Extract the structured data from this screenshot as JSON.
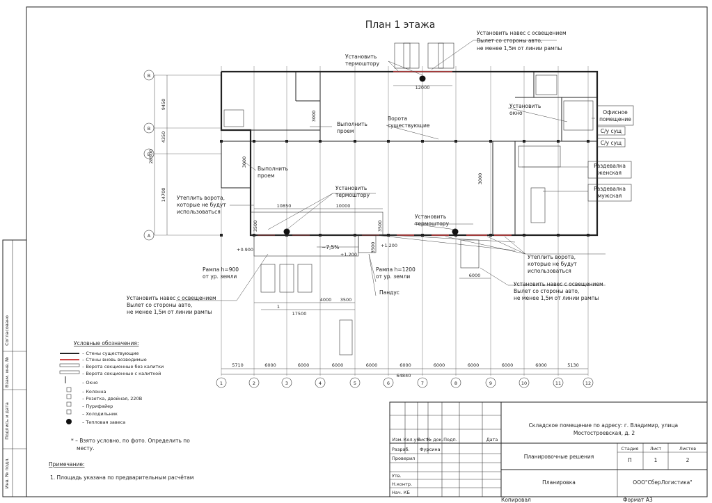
{
  "title": "План 1 этажа",
  "grid_rows": [
    "В",
    "В",
    "Б",
    "А"
  ],
  "grid_cols": [
    "1",
    "2",
    "3",
    "4",
    "5",
    "6",
    "7",
    "8",
    "9",
    "10",
    "11",
    "12"
  ],
  "dims_bottom": [
    "5710",
    "6000",
    "6000",
    "6000",
    "6000",
    "6000",
    "6000",
    "6000",
    "6000",
    "6000",
    "5130"
  ],
  "dim_total": "64840",
  "dims_left": [
    "9450",
    "4350",
    "14700"
  ],
  "dim_left_total": "28500",
  "dims_mid": [
    "10850",
    "10000"
  ],
  "dims_lower": [
    "1",
    "17500",
    "4000",
    "3500"
  ],
  "dims_misc": [
    "12000",
    "6000",
    "3000",
    "3000",
    "3000",
    "3500",
    "3500",
    "3500",
    "10000"
  ],
  "levels": [
    "+0.900",
    "+1.200",
    "+1.200"
  ],
  "slope": "~7,5%",
  "notes": {
    "canopy_top": "Установить навес с освещением\nВылет со стороны авто,\nне менее 1,5м от линии рампы",
    "thermal_top": "Установить\nтермоштору",
    "thermal_mid": "Установить\nтермоштору",
    "thermal_right": "Установить\nтермоштору",
    "gate_existing": "Ворота\nсуществующие",
    "opening1": "Выполнить\nпроем",
    "opening2": "Выполнить\nпроем",
    "insulate_left": "Утеплить ворота,\nкоторые не будут\nиспользоваться",
    "insulate_right": "Утеплить ворота,\nкоторые не будут\nиспользоваться",
    "window": "Установить\nокно",
    "ramp900": "Рампа h=900\nот ур. земли",
    "ramp1200": "Рампа h=1200\nот ур. земли",
    "pandus": "Пандус",
    "canopy_left": "Установить навес с освещением\nВылет со стороны авто,\nне менее 1,5м от линии рампы",
    "canopy_right": "Установить навес с освещением\nВылет со стороны авто,\nне менее 1,5м от линии рампы"
  },
  "rooms": {
    "office": "Офисное\nпомещение",
    "wc1": "С/у сущ",
    "wc2": "С/у сущ",
    "locker_f": "Раздевалка\nженская",
    "locker_m": "Раздевалка\nмужская"
  },
  "legend": {
    "heading": "Условные обозначения:",
    "items": [
      "– Стены существующие",
      "– Стены вновь возводимые",
      "– Ворота секционные без калитки",
      "– Ворота секционные с калиткой",
      "– Окно",
      "– Колонна",
      "– Розетка, двойная, 220В",
      "– Пурифайер",
      "– Холодильник",
      "– Тепловая завеса"
    ],
    "footnote": "* – Взято условно, по фото. Определить по\nместу.",
    "remark_heading": "Примечание:",
    "remark": "1. Площадь указана по предварительным расчётам"
  },
  "side_stamp": [
    "Согласовано",
    "Взам. инв. №",
    "Подпись и дата",
    "Инв. № подл."
  ],
  "title_block": {
    "header_cols": [
      "Изм.",
      "Кол.уч",
      "Лист",
      "№ док.",
      "Подп.",
      "Дата"
    ],
    "roles": [
      "Разраб.",
      "Проверил",
      "",
      "Утв.",
      "Н.контр.",
      "Нач. КБ"
    ],
    "developer": "Фурсина",
    "object": "Складское помещение по адресу: г. Владимир, улица\nМостостроевская, д. 2",
    "stage_label": "Стадия",
    "sheet_label": "Лист",
    "sheets_label": "Листов",
    "stage": "П",
    "sheet": "1",
    "sheets": "2",
    "section": "Планировочные решения",
    "drawing": "Планировка",
    "company": "ООО\"СберЛогистика\"",
    "copied": "Копировал",
    "format": "Формат А3"
  }
}
